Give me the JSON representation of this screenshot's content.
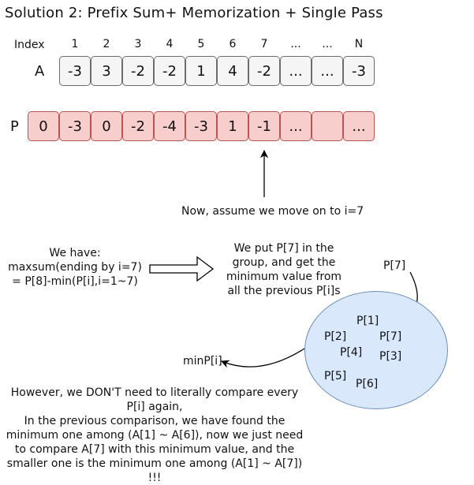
{
  "title": "Solution 2: Prefix Sum+ Memorization + Single Pass",
  "index_label": "Index",
  "indices": [
    "1",
    "2",
    "3",
    "4",
    "5",
    "6",
    "7",
    "...",
    "...",
    "N"
  ],
  "row_a_label": "A",
  "row_a": [
    "-3",
    "3",
    "-2",
    "-2",
    "1",
    "4",
    "-2",
    "...",
    "...",
    "-3"
  ],
  "row_p_label": "P",
  "row_p": [
    "0",
    "-3",
    "0",
    "-2",
    "-4",
    "-3",
    "1",
    "-1",
    "...",
    "",
    "..."
  ],
  "arrow_note": "Now, assume we move on to i=7",
  "we_have": [
    "We have:",
    "maxsum(ending by i=7)",
    "= P[8]-min(P[i],i=1~7)"
  ],
  "put_text": [
    "We put P[7] in the",
    "group, and get the",
    "minimum value from",
    "all the previous P[i]s"
  ],
  "p7_label": "P[7]",
  "circle_items": [
    "P[1]",
    "P[2]",
    "P[7]",
    "P[4]",
    "P[3]",
    "P[5]",
    "P[6]"
  ],
  "min_label": "minP[i]",
  "bottom_text": [
    "However, we DON'T need to literally compare every",
    "P[i] again,",
    "In the previous comparison, we have found the",
    "minimum one among (A[1] ~ A[6]), now we just need",
    "to compare A[7] with this minimum value, and the",
    "smaller one is the minimum one among (A[1] ~ A[7]) !!!"
  ],
  "colors": {
    "a_fill": "#f5f5f5",
    "p_fill": "#f8cecc",
    "p_stroke": "#b85450",
    "circle_fill": "#dae8fc",
    "circle_stroke": "#6c8ebf"
  }
}
